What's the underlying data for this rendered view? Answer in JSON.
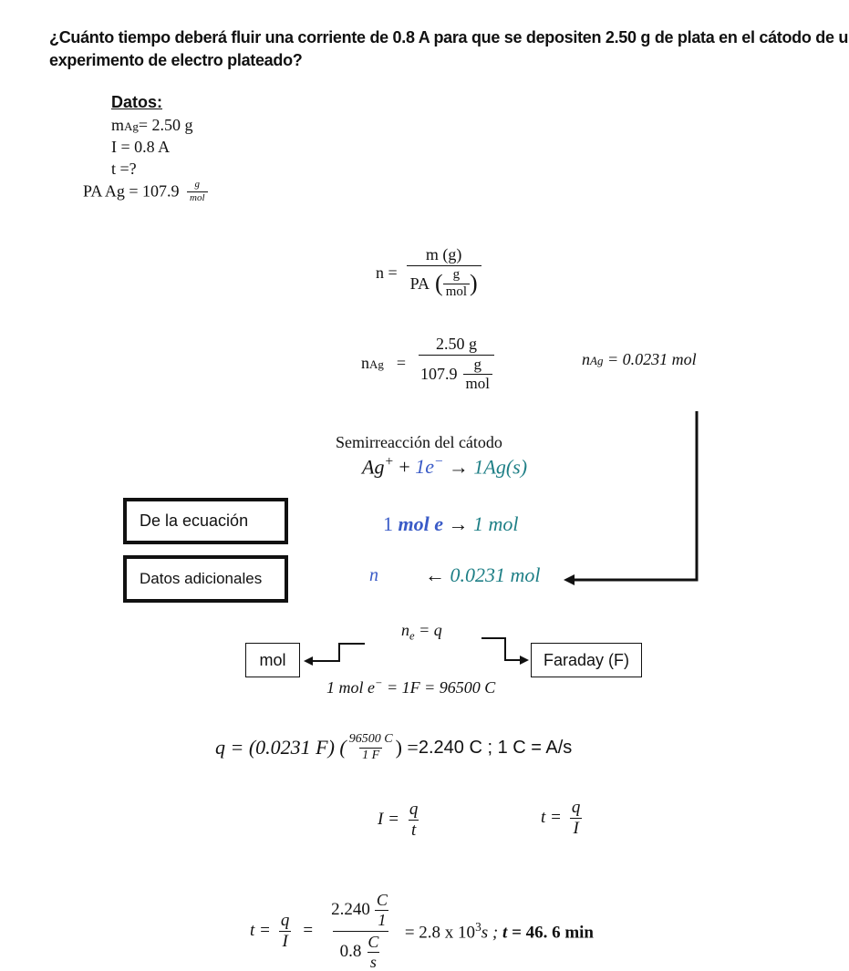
{
  "question": {
    "line1": "¿Cuánto tiempo deberá fluir una corriente de 0.8 A para que se depositen 2.50 g de plata en el cátodo de un",
    "line2": "experimento de electro plateado?"
  },
  "datos": {
    "heading": "Datos:",
    "m_sym": "m",
    "m_sub": "Ag",
    "m_val": "= 2.50 g",
    "current": "I = 0.8 A",
    "time": "t =?",
    "pa_text": "PA Ag = 107.9",
    "pa_num": "g",
    "pa_den": "mol"
  },
  "formula_n": {
    "lhs": "n  =",
    "num": "m (g)",
    "den_pa": "PA",
    "den_num": "g",
    "den_den": "mol"
  },
  "formula_nag": {
    "lhs": "n",
    "lhs_sub": "Ag",
    "eq": "=",
    "num": "2.50 g",
    "den_val": "107.9",
    "den_num": "g",
    "den_den": "mol",
    "result_lhs": "n",
    "result_sub": "Ag",
    "result_rhs": "=  0.0231 mol"
  },
  "semireaction": {
    "title": "Semirreacción del cátodo",
    "reactant": "Ag",
    "reactant_sup": "+",
    "plus": " + ",
    "electron": "1e",
    "electron_sup": "−",
    "arrow": "  →  ",
    "product": "1Ag(s)"
  },
  "ratio": {
    "left_num": "1 ",
    "left_bold": "mol e",
    "arrow": "  →  ",
    "right": "1 mol"
  },
  "reverse": {
    "left": "n",
    "arrow": "←  ",
    "right": "0.0231 mol"
  },
  "boxes": {
    "ecuacion": "De la ecuación",
    "adicionales": "Datos adicionales",
    "mol": "mol",
    "faraday": "Faraday (F)"
  },
  "ne_eq": {
    "lhs": "n",
    "lhs_sub": "e",
    "rhs": " =  q"
  },
  "faraday_eq": {
    "left": "1 mol e",
    "left_sup": "−",
    "rest": " =  1F  =  96500 C"
  },
  "q_eq": {
    "lhs": "q  = (0.0231 F) (",
    "num": "96500 C",
    "den": "1 F",
    "close": ")  = ",
    "result": " 2.240 C ; 1 C = A/s"
  },
  "ohm": {
    "i_lhs": "I  =",
    "i_num": "q",
    "i_den": "t",
    "t_lhs": "t  =",
    "t_num": "q",
    "t_den": "I"
  },
  "final": {
    "t_lhs": "t =",
    "f1_num": "q",
    "f1_den": "I",
    "eq": "=",
    "big_num_val": "2.240",
    "big_num_n": "C",
    "big_num_d": "1",
    "big_den_val": "0.8",
    "big_den_n": "C",
    "big_den_d": "s",
    "result_pre": "= 2.8 x 10",
    "result_sup": "3",
    "result_post": "s ; ",
    "t_bold": "t =",
    "answer": " 46. 6 min"
  }
}
